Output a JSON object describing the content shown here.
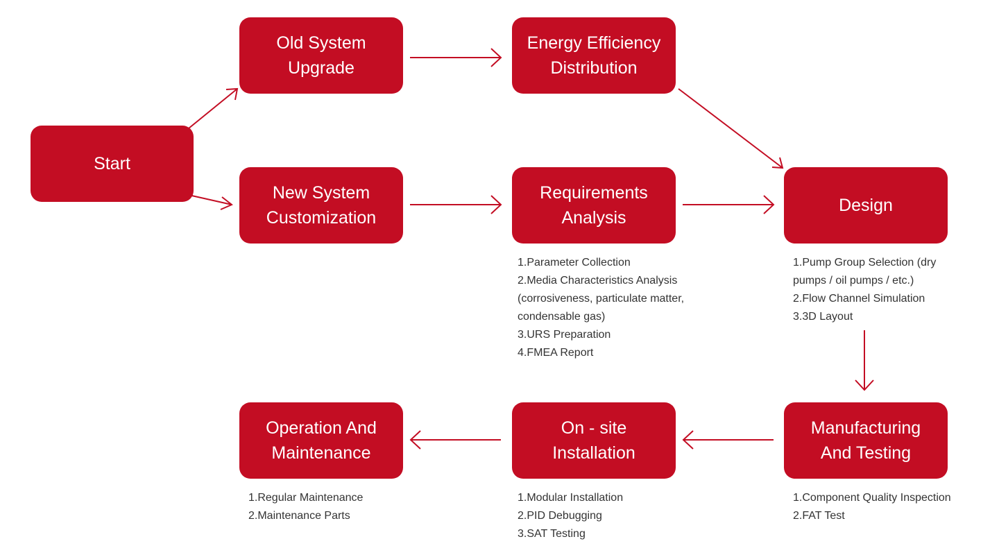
{
  "colors": {
    "node_fill": "#c30d23",
    "node_text": "#ffffff",
    "arrow": "#c30d23",
    "note_text": "#333333"
  },
  "nodes": {
    "start": "Start",
    "old_system": [
      "Old System",
      "Upgrade"
    ],
    "energy": [
      "Energy Efficiency",
      "Distribution"
    ],
    "new_system": [
      "New System",
      "Customization"
    ],
    "requirements": [
      "Requirements",
      "Analysis"
    ],
    "design": "Design",
    "manufacturing": [
      "Manufacturing",
      "And Testing"
    ],
    "installation": [
      "On - site",
      "Installation"
    ],
    "operation": [
      "Operation And",
      "Maintenance"
    ]
  },
  "notes": {
    "requirements": [
      "1.Parameter Collection",
      "2.Media Characteristics Analysis",
      "(corrosiveness, particulate matter,",
      "condensable gas)",
      "3.URS Preparation",
      "4.FMEA Report"
    ],
    "design": [
      "1.Pump Group Selection (dry",
      "pumps / oil pumps / etc.)",
      "2.Flow Channel Simulation",
      "3.3D Layout"
    ],
    "manufacturing": [
      "1.Component Quality Inspection",
      "2.FAT Test"
    ],
    "installation": [
      "1.Modular Installation",
      "2.PID Debugging",
      "3.SAT Testing"
    ],
    "operation": [
      "1.Regular Maintenance",
      "2.Maintenance Parts"
    ]
  }
}
